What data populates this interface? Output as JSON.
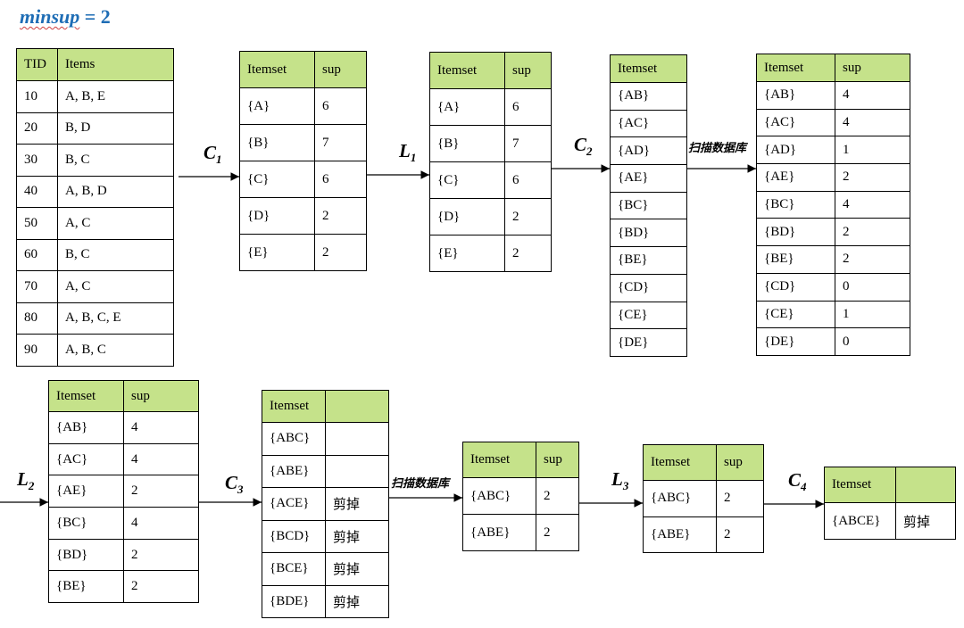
{
  "title": {
    "keyword": "minsup",
    "eq": " = 2"
  },
  "labels": {
    "c1": {
      "letter": "C",
      "sub": "1"
    },
    "l1": {
      "letter": "L",
      "sub": "1"
    },
    "c2": {
      "letter": "C",
      "sub": "2"
    },
    "l2": {
      "letter": "L",
      "sub": "2"
    },
    "c3": {
      "letter": "C",
      "sub": "3"
    },
    "l3": {
      "letter": "L",
      "sub": "3"
    },
    "c4": {
      "letter": "C",
      "sub": "4"
    },
    "scan1": "扫描数据库",
    "scan2": "扫描数据库"
  },
  "tables": {
    "db": {
      "headers": [
        "TID",
        "Items"
      ],
      "rows": [
        [
          "10",
          "A, B, E"
        ],
        [
          "20",
          "B, D"
        ],
        [
          "30",
          "B, C"
        ],
        [
          "40",
          "A, B, D"
        ],
        [
          "50",
          "A, C"
        ],
        [
          "60",
          "B, C"
        ],
        [
          "70",
          "A, C"
        ],
        [
          "80",
          "A, B, C, E"
        ],
        [
          "90",
          "A, B, C"
        ]
      ]
    },
    "c1": {
      "headers": [
        "Itemset",
        "sup"
      ],
      "rows": [
        [
          "{A}",
          "6"
        ],
        [
          "{B}",
          "7"
        ],
        [
          "{C}",
          "6"
        ],
        [
          "{D}",
          "2"
        ],
        [
          "{E}",
          "2"
        ]
      ]
    },
    "l1": {
      "headers": [
        "Itemset",
        "sup"
      ],
      "rows": [
        [
          "{A}",
          "6"
        ],
        [
          "{B}",
          "7"
        ],
        [
          "{C}",
          "6"
        ],
        [
          "{D}",
          "2"
        ],
        [
          "{E}",
          "2"
        ]
      ]
    },
    "c2cand": {
      "headers": [
        "Itemset"
      ],
      "rows": [
        [
          "{AB}"
        ],
        [
          "{AC}"
        ],
        [
          "{AD}"
        ],
        [
          "{AE}"
        ],
        [
          "{BC}"
        ],
        [
          "{BD}"
        ],
        [
          "{BE}"
        ],
        [
          "{CD}"
        ],
        [
          "{CE}"
        ],
        [
          "{DE}"
        ]
      ]
    },
    "c2": {
      "headers": [
        "Itemset",
        "sup"
      ],
      "rows": [
        [
          "{AB}",
          "4"
        ],
        [
          "{AC}",
          "4"
        ],
        [
          "{AD}",
          "1"
        ],
        [
          "{AE}",
          "2"
        ],
        [
          "{BC}",
          "4"
        ],
        [
          "{BD}",
          "2"
        ],
        [
          "{BE}",
          "2"
        ],
        [
          "{CD}",
          "0"
        ],
        [
          "{CE}",
          "1"
        ],
        [
          "{DE}",
          "0"
        ]
      ]
    },
    "l2": {
      "headers": [
        "Itemset",
        "sup"
      ],
      "rows": [
        [
          "{AB}",
          "4"
        ],
        [
          "{AC}",
          "4"
        ],
        [
          "{AE}",
          "2"
        ],
        [
          "{BC}",
          "4"
        ],
        [
          "{BD}",
          "2"
        ],
        [
          "{BE}",
          "2"
        ]
      ]
    },
    "c3cand": {
      "headers": [
        "Itemset",
        ""
      ],
      "rows": [
        [
          "{ABC}",
          ""
        ],
        [
          "{ABE}",
          ""
        ],
        [
          "{ACE}",
          "剪掉"
        ],
        [
          "{BCD}",
          "剪掉"
        ],
        [
          "{BCE}",
          "剪掉"
        ],
        [
          "{BDE}",
          "剪掉"
        ]
      ]
    },
    "c3": {
      "headers": [
        "Itemset",
        "sup"
      ],
      "rows": [
        [
          "{ABC}",
          "2"
        ],
        [
          "{ABE}",
          "2"
        ]
      ]
    },
    "l3": {
      "headers": [
        "Itemset",
        "sup"
      ],
      "rows": [
        [
          "{ABC}",
          "2"
        ],
        [
          "{ABE}",
          "2"
        ]
      ]
    },
    "c4": {
      "headers": [
        "Itemset",
        ""
      ],
      "rows": [
        [
          "{ABCE}",
          "剪掉"
        ]
      ]
    }
  }
}
